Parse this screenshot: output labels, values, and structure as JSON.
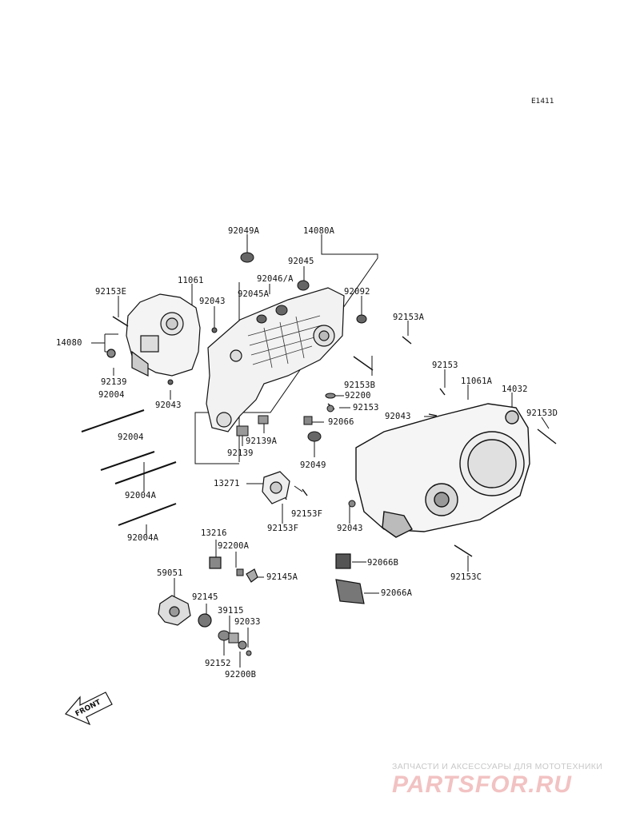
{
  "diagram_code": "E1411",
  "parts": {
    "p92049A": "92049A",
    "p14080A": "14080A",
    "p92045": "92045",
    "p92046A": "92046/A",
    "p11061": "11061",
    "p92153E": "92153E",
    "p92043_a": "92043",
    "p92045A": "92045A",
    "p92092": "92092",
    "p92153A": "92153A",
    "p14080": "14080",
    "p92153": "92153",
    "p92153B": "92153B",
    "p11061A": "11061A",
    "p14032": "14032",
    "p92139_a": "92139",
    "p92200": "92200",
    "p92004_a": "92004",
    "p92043_b": "92043",
    "p92153_b": "92153",
    "p92043_c": "92043",
    "p92153D": "92153D",
    "p92066": "92066",
    "p92004_b": "92004",
    "p92139A": "92139A",
    "p92139_b": "92139",
    "p92049": "92049",
    "p13271": "13271",
    "p92153F_a": "92153F",
    "p92004A_a": "92004A",
    "p92153F_b": "92153F",
    "p92043_d": "92043",
    "p92004A_b": "92004A",
    "p13216": "13216",
    "p92200A": "92200A",
    "p92066B": "92066B",
    "p92153C": "92153C",
    "p92145A": "92145A",
    "p59051": "59051",
    "p92066A": "92066A",
    "p92145": "92145",
    "p39115": "39115",
    "p92033": "92033",
    "p92152": "92152",
    "p92200B": "92200B"
  },
  "front_label": "FRONT",
  "watermark": {
    "tagline": "ЗАПЧАСТИ И АКСЕССУАРЫ ДЛЯ МОТОТЕХНИКИ",
    "logo": "PARTSFOR.RU"
  }
}
